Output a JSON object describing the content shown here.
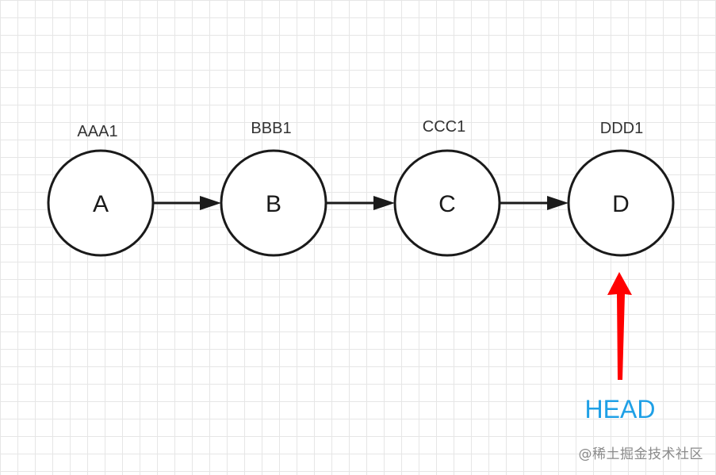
{
  "commits": [
    {
      "letter": "A",
      "hash": "AAA1"
    },
    {
      "letter": "B",
      "hash": "BBB1"
    },
    {
      "letter": "C",
      "hash": "CCC1"
    },
    {
      "letter": "D",
      "hash": "DDD1"
    }
  ],
  "head": {
    "label": "HEAD",
    "label_color": "#1fa0e6",
    "arrow_color": "#ff0000",
    "points_to": "D"
  },
  "watermark": "@稀土掘金技术社区"
}
